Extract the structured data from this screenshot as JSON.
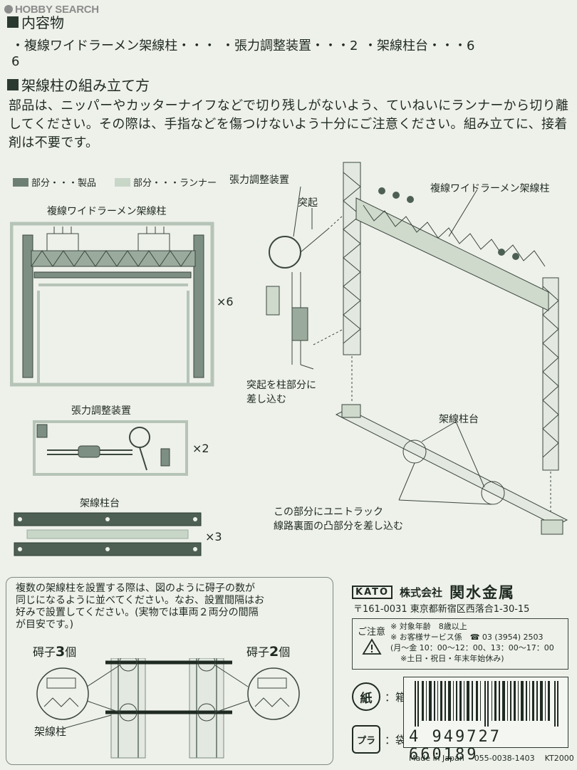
{
  "header": {
    "logo_text": "HOBBY SEARCH"
  },
  "contents": {
    "title": "内容物",
    "items": [
      "・複線ワイドラーメン架線柱・・・6",
      "・張力調整装置・・・2",
      "・架線柱台・・・6"
    ]
  },
  "assembly": {
    "title": "架線柱の組み立て方",
    "paragraph": "部品は、ニッパーやカッターナイフなどで切り残しがないよう、ていねいにランナーから切り離してください。その際は、手指などを傷つけないよう十分にご注意ください。組み立てに、接着剤は不要です。"
  },
  "legend": {
    "product": "部分・・・製品",
    "runner": "部分・・・ランナー"
  },
  "parts": {
    "pole_title": "複線ワイドラーメン架線柱",
    "pole_count": "×6",
    "tension_title": "張力調整装置",
    "tension_count": "×2",
    "base_title": "架線柱台",
    "base_count": "×3"
  },
  "diagram": {
    "tension_label": "張力調整装置",
    "protrusion_label": "突起",
    "pole_label": "複線ワイドラーメン架線柱",
    "insert_line1": "突起を柱部分に",
    "insert_line2": "差し込む",
    "base_label": "架線柱台",
    "track_line1": "この部分にユニトラック",
    "track_line2": "線路裏面の凸部分を差し込む"
  },
  "note": {
    "lines": [
      "複数の架線柱を設置する際は、図のように碍子の数が",
      "同じになるように並べてください。なお、設置間隔はお",
      "好みで設置してください。(実物では車両２両分の間隔",
      "が目安です。)"
    ],
    "insulator3_prefix": "碍子",
    "insulator3_num": "3",
    "insulator3_suffix": "個",
    "insulator2_prefix": "碍子",
    "insulator2_num": "2",
    "insulator2_suffix": "個",
    "pole_label": "架線柱"
  },
  "company": {
    "logo": "KATO",
    "name_prefix": "株式会社",
    "name": "関水金属",
    "address": "〒161-0031 東京都新宿区西落合1-30-15"
  },
  "caution": {
    "label": "ご注意",
    "age": "※ 対象年齢　8歳以上",
    "service": "※ お客様サービス係　☎ 03 (3954) 2503",
    "hours": "(月～金 10：00～12：00、13：00～17：00",
    "holidays": "※土日・祝日・年末年始休み)"
  },
  "recycle": {
    "paper_icon_text": "紙",
    "paper": "：箱",
    "plastic_icon_text": "プラ",
    "plastic": "：袋"
  },
  "barcode": {
    "number": "4 949727 660189"
  },
  "footer": {
    "made_in": "Made in Japan",
    "code": "055-0038-1403",
    "kt": "KT2000"
  }
}
